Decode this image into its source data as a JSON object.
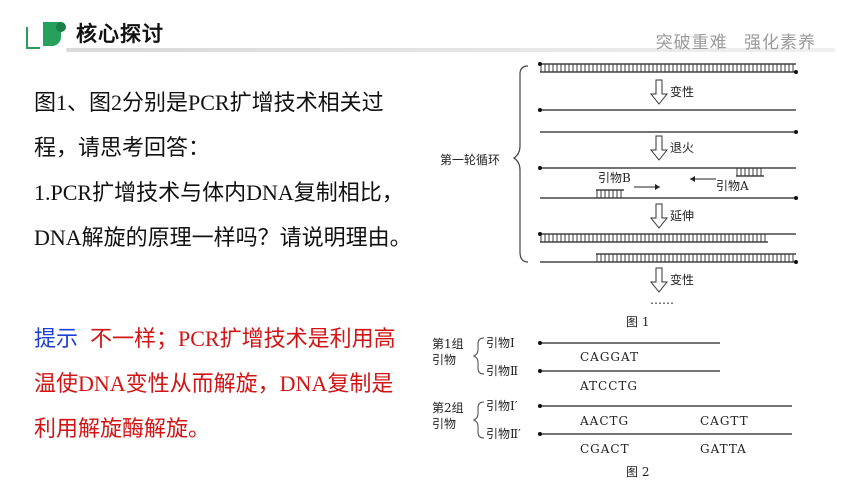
{
  "header": {
    "title": "核心探讨",
    "subtitle": "突破重难  强化素养",
    "accent_color": "#27a05e"
  },
  "body": {
    "paragraph1": "图1、图2分别是PCR扩增技术相关过程，请思考回答：",
    "question": "1.PCR扩增技术与体内DNA复制相比，DNA解旋的原理一样吗？请说明理由。",
    "tip_label": "提示",
    "tip_text": "不一样；PCR扩增技术是利用高温使DNA变性从而解旋，DNA复制是利用解旋酶解旋。",
    "tip_label_color": "#1c3fd6",
    "tip_text_color": "#d21414"
  },
  "figure1": {
    "cycle_label": "第一轮循环",
    "step1": "变性",
    "step2": "退火",
    "step3": "延伸",
    "step4": "变性",
    "primer_b": "引物B",
    "primer_a": "引物A",
    "ellipsis": "……",
    "caption": "图 1"
  },
  "figure2": {
    "group1_label1": "第1组",
    "group1_label2": "引物",
    "g1_primer1": "引物Ⅰ",
    "g1_primer2": "引物Ⅱ",
    "g1_seq1": "CAGGAT",
    "g1_seq2": "ATCCTG",
    "group2_label1": "第2组",
    "group2_label2": "引物",
    "g2_primer1": "引物Ⅰ′",
    "g2_primer2": "引物Ⅱ′",
    "g2_seq1a": "AACTG",
    "g2_seq1b": "CAGTT",
    "g2_seq2a": "CGACT",
    "g2_seq2b": "GATTA",
    "caption": "图 2"
  }
}
